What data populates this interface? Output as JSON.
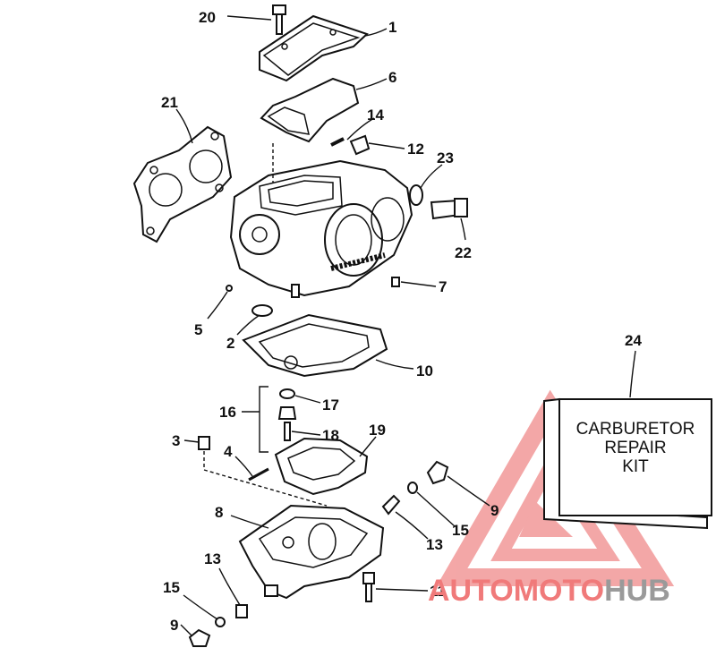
{
  "labels": {
    "p1": "1",
    "p2": "2",
    "p3": "3",
    "p4": "4",
    "p5": "5",
    "p6": "6",
    "p7": "7",
    "p8": "8",
    "p9a": "9",
    "p9b": "9",
    "p10": "10",
    "p11": "11",
    "p12": "12",
    "p13a": "13",
    "p13b": "13",
    "p14": "14",
    "p15a": "15",
    "p15b": "15",
    "p16": "16",
    "p17": "17",
    "p18": "18",
    "p19": "19",
    "p20": "20",
    "p21": "21",
    "p22": "22",
    "p23": "23",
    "p24": "24"
  },
  "kit_box": {
    "line1": "CARBURETOR",
    "line2": "REPAIR",
    "line3": "KIT"
  },
  "watermark": {
    "part1": "AUTO",
    "part2": "MOTO",
    "part3": "HUB",
    "color_primary": "#f07a7a",
    "color_secondary": "#9a9a9a"
  }
}
